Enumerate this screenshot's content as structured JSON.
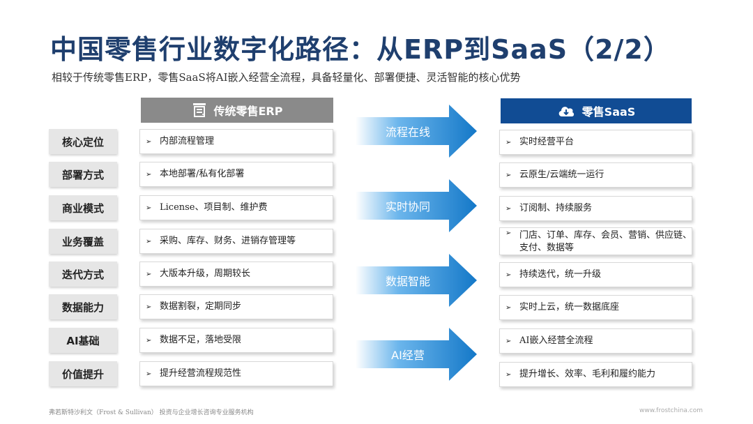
{
  "title": "中国零售行业数字化路径：从ERP到SaaS（2/2）",
  "subtitle": "相较于传统零售ERP，零售SaaS将AI嵌入经营全流程，具备轻量化、部署便捷、灵活智能的核心优势",
  "erp_header": "传统零售ERP",
  "saas_header": "零售SaaS",
  "bullet": "➢",
  "rows": [
    {
      "label": "核心定位",
      "erp": "内部流程管理",
      "saas": "实时经营平台"
    },
    {
      "label": "部署方式",
      "erp": "本地部署/私有化部署",
      "saas": "云原生/云端统一运行"
    },
    {
      "label": "商业模式",
      "erp": "License、项目制、维护费",
      "saas": "订阅制、持续服务"
    },
    {
      "label": "业务覆盖",
      "erp": "采购、库存、财务、进销存管理等",
      "saas": "门店、订单、库存、会员、营销、供应链、支付、数据等"
    },
    {
      "label": "迭代方式",
      "erp": "大版本升级，周期较长",
      "saas": "持续迭代，统一升级"
    },
    {
      "label": "数据能力",
      "erp": "数据割裂，定期同步",
      "saas": "实时上云，统一数据底座"
    },
    {
      "label": "AI基础",
      "erp": "数据不足，落地受限",
      "saas": "AI嵌入经营全流程"
    },
    {
      "label": "价值提升",
      "erp": "提升经营流程规范性",
      "saas": "提升增长、效率、毛利和履约能力"
    }
  ],
  "arrows": [
    "流程在线",
    "实时协同",
    "数据智能",
    "AI经营"
  ],
  "footer": {
    "left": "弗若斯特沙利文（Frost & Sullivan） 投资与企业增长咨询专业服务机构",
    "right": "www.frostchina.com"
  },
  "colors": {
    "title": "#1f3f6e",
    "erp_header": "#8a8a8a",
    "saas_header": "#114c94",
    "label_bg": "#e6e6e6",
    "arrow": "#1e8ad6"
  },
  "icons": {
    "erp_header": "server-rack-icon",
    "saas_header": "cloud-download-icon"
  }
}
